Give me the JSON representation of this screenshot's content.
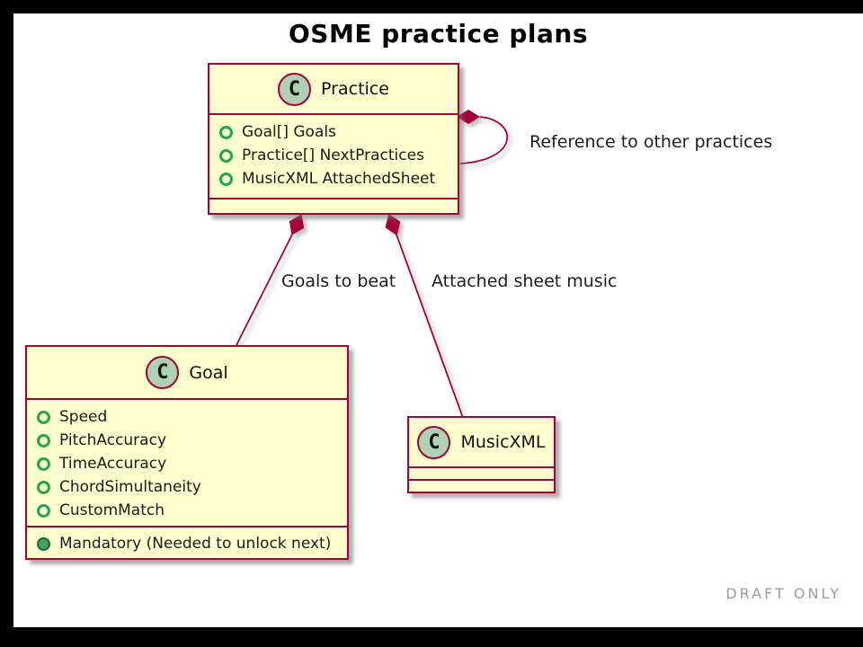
{
  "diagram": {
    "title": "OSME practice plans",
    "watermark": "DRAFT ONLY",
    "type": "uml-class-diagram"
  },
  "colors": {
    "frame": "#000000",
    "background": "#FFFFFF",
    "box_fill": "#FEFECE",
    "box_border": "#A80036",
    "edge_line": "#A80036",
    "stereotype_circle_fill": "#ADD1B2",
    "field_icon_green": "#24A355",
    "method_icon_green": "#47A066",
    "watermark_gray": "#9C9C9C"
  },
  "classes": {
    "practice": {
      "stereotype": "C",
      "name": "Practice",
      "attributes": [
        "Goal[] Goals",
        "Practice[] NextPractices",
        "MusicXML AttachedSheet"
      ]
    },
    "goal": {
      "stereotype": "C",
      "name": "Goal",
      "attributes": [
        "Speed",
        "PitchAccuracy",
        "TimeAccuracy",
        "ChordSimultaneity",
        "CustomMatch"
      ],
      "methods": [
        "Mandatory (Needed to unlock next)"
      ]
    },
    "musicxml": {
      "stereotype": "C",
      "name": "MusicXML"
    }
  },
  "edges": {
    "self_reference": {
      "label": "Reference to other practices",
      "from": "Practice",
      "to": "Practice",
      "kind": "composition"
    },
    "goals_to_beat": {
      "label": "Goals to beat",
      "from": "Practice",
      "to": "Goal",
      "kind": "composition"
    },
    "attached_sheet": {
      "label": "Attached sheet music",
      "from": "Practice",
      "to": "MusicXML",
      "kind": "composition"
    }
  }
}
